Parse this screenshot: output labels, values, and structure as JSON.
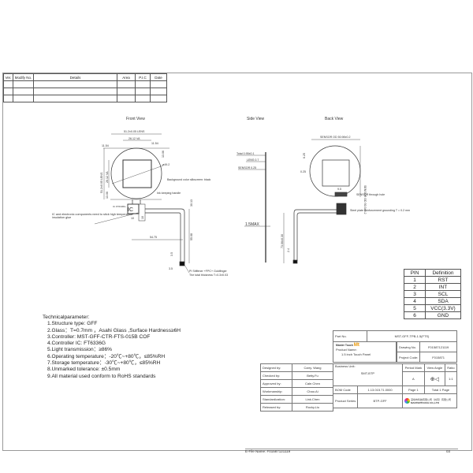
{
  "revision_table": {
    "headers": [
      "Ver.",
      "Modify No.",
      "Details",
      "Area",
      "P.I.C",
      "Date"
    ],
    "rows": 3
  },
  "views": {
    "front": "Front View",
    "side": "Side View",
    "back": "Back View"
  },
  "front_dims": {
    "lens_w": "51.2±0.05 LENS",
    "va_w": "26.12 VA",
    "left_offset": "11.54",
    "right_offset": "11.54",
    "lens_h": "51.2±0.05 LENS",
    "va_h": "26.12 VA",
    "bottom_offset": "13.06",
    "top_offset": "13.06",
    "diameter": "ø49.2",
    "bg_note": "Background color silkscreen: black",
    "ink_note": "Ink keeping handle",
    "ic_label": "IC",
    "ic_part": "IC FT6336G",
    "ic_note": "IC and electronic components need to stick high temperature insulation glue",
    "fpc_width": "54.75",
    "fpc_length": "55.08",
    "fpc_top": "30.13",
    "ic_w": "10",
    "ic_h": "10",
    "tail_len": "3.5",
    "tail_w": "3.5",
    "stiffener_note": "PI Stiffener +FPC+ Goldfinger",
    "thickness_note": "The total thickness T=0.3±0.03"
  },
  "side_dims": {
    "total": "Total 0.95±0.1",
    "lens": "LENS 0.7",
    "sensor": "SENSOR 0.25",
    "max": "1.5MAX",
    "length": "73.06±0.30"
  },
  "back_dims": {
    "sensor_od_w": "SENSOR OD 50.98±0.2",
    "sensor_od_h": "SENSOR OD 50.3±0.2",
    "top": "6.25",
    "left": "0.25",
    "hole_w": "9.5",
    "hole_note": "SENSOR through hole",
    "steel_note": "Steel plate reinforcement grounding T = 0.2 mm",
    "tail": "2.4"
  },
  "pin_table": {
    "headers": [
      "PIN",
      "Definition"
    ],
    "rows": [
      [
        "1",
        "RST"
      ],
      [
        "2",
        "INT"
      ],
      [
        "3",
        "SCL"
      ],
      [
        "4",
        "SDA"
      ],
      [
        "5",
        "VCC(3.3V)"
      ],
      [
        "6",
        "GND"
      ]
    ]
  },
  "tech": {
    "title": "Technicalparameter:",
    "items": [
      "1.Structure type: GFF",
      "2.Glass：T=0.7mm ，Asahi Glass ,Surface Hardness≥6H",
      "3.Controller: MST-GFF-CTR-FTS-015B    COF",
      "4.Controller IC: FT6336G",
      "5.Light transmission：≥86%",
      "6.Operating temperature：-20℃~+80℃，≤85%RH",
      "7.Storage temperature：-30℃~+80℃，≤85%RH",
      "8.Unmarked tolerance: ±0.5mm",
      "9.All material used conform to RoHS standards"
    ]
  },
  "title_block": {
    "part_no_label": "Part No.",
    "part_no": "MST-GFF-TPB-1.5(FTS)",
    "brand": "Master Touch",
    "brand_mark": "Mt",
    "product_name_label": "Product Name:",
    "product_name": "1.5 inch Touch Panel",
    "drawing_no_label": "Drawing No.",
    "drawing_no": "F01587121119",
    "project_code_label": "Project Code:",
    "project_code": "F015871",
    "people": [
      [
        "Designed by:",
        "Carry. Wang"
      ],
      [
        "Checked by:",
        "Betty.Fu"
      ],
      [
        "Approved by:",
        "Cale.Chen"
      ],
      [
        "Workmanship:",
        "Chao.Ai"
      ],
      [
        "Standardization:",
        "Link.Chen"
      ],
      [
        "Released by:",
        "Rocky.Liu"
      ]
    ],
    "business_unit_label": "Business Unit:",
    "business_unit": "SMT-BTP",
    "period_mark_label": "Period Mark",
    "period_mark": "A",
    "view_angle_label": "View Angle",
    "ratio_label": "Ratio",
    "ratio": "1:1",
    "bom_code_label": "BOM Code",
    "bom_code": "1.13.015.71.0000",
    "page": "Page 1",
    "total_page": "Total 1 Page",
    "product_series_label": "Product Series",
    "product_series": "BTP-GFF",
    "company": "深圳市科技有限公司（共同）有限公司",
    "company_en": "MASTERTOUCH CO.,LTD",
    "efile_label": "E-File Name:",
    "efile": "F01587121119",
    "sheet": "03"
  }
}
